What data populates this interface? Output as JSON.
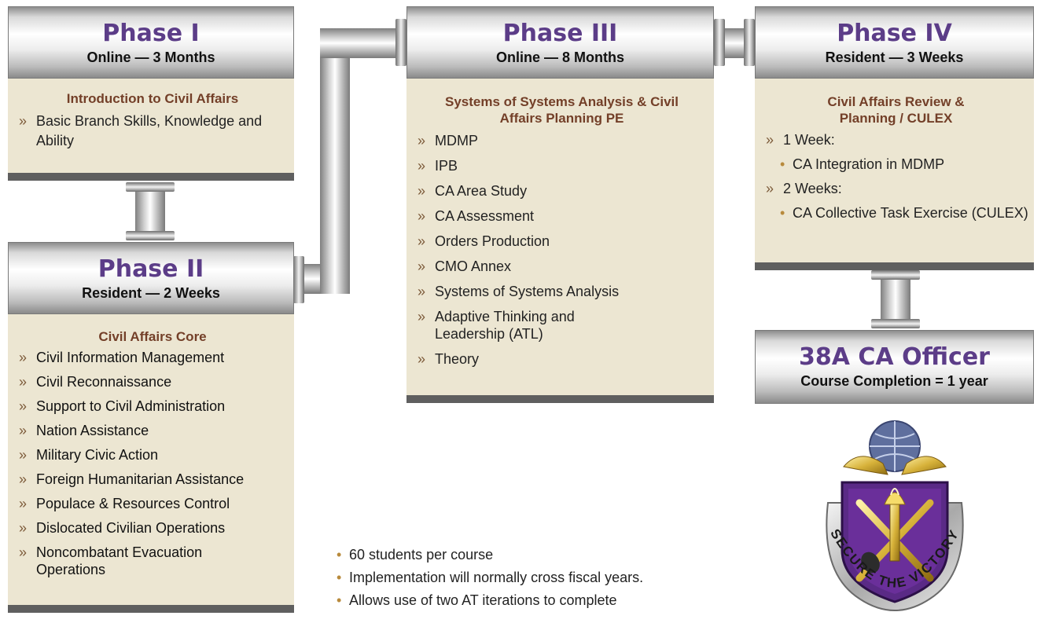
{
  "phase1": {
    "title": "Phase I",
    "subtitle": "Online — 3 Months",
    "section": "Introduction to Civil Affairs",
    "items": [
      "Basic Branch Skills, Knowledge and Ability"
    ]
  },
  "phase2": {
    "title": "Phase II",
    "subtitle": "Resident — 2 Weeks",
    "section": "Civil Affairs Core",
    "items": [
      "Civil Information Management",
      "Civil Reconnaissance",
      "Support to Civil Administration",
      "Nation Assistance",
      "Military Civic Action",
      "Foreign Humanitarian Assistance",
      "Populace & Resources Control",
      "Dislocated Civilian Operations",
      "Noncombatant Evacuation Operations"
    ]
  },
  "phase3": {
    "title": "Phase III",
    "subtitle": "Online — 8 Months",
    "section": "Systems of Systems Analysis & Civil Affairs Planning PE",
    "items": [
      "MDMP",
      "IPB",
      "CA Area Study",
      "CA Assessment",
      "Orders Production",
      "CMO Annex",
      "Systems of Systems Analysis",
      "Adaptive Thinking and Leadership (ATL)",
      "Theory"
    ]
  },
  "phase4": {
    "title": "Phase IV",
    "subtitle": "Resident — 3 Weeks",
    "section": "Civil Affairs Review & Planning / CULEX",
    "items": [
      {
        "text": "1 Week:",
        "level": 1
      },
      {
        "text": "CA Integration in MDMP",
        "level": 2
      },
      {
        "text": "2 Weeks:",
        "level": 1
      },
      {
        "text": "CA Collective Task Exercise (CULEX)",
        "level": 2
      }
    ]
  },
  "completion": {
    "title": "38A CA Officer",
    "subtitle": "Course Completion = 1 year"
  },
  "notes": [
    "60 students per course",
    "Implementation will normally cross fiscal years.",
    "Allows use of two AT iterations to complete"
  ],
  "insignia": {
    "motto": "SECURE THE VICTORY"
  },
  "markers": {
    "arrow": "»",
    "dot": "•"
  },
  "colors": {
    "title": "#5c3d88",
    "section": "#733f28",
    "body_bg": "#ece6d2",
    "footer": "#5f5f5f",
    "insignia_purple": "#6a2f9a",
    "insignia_gold": "#e2c14a"
  }
}
